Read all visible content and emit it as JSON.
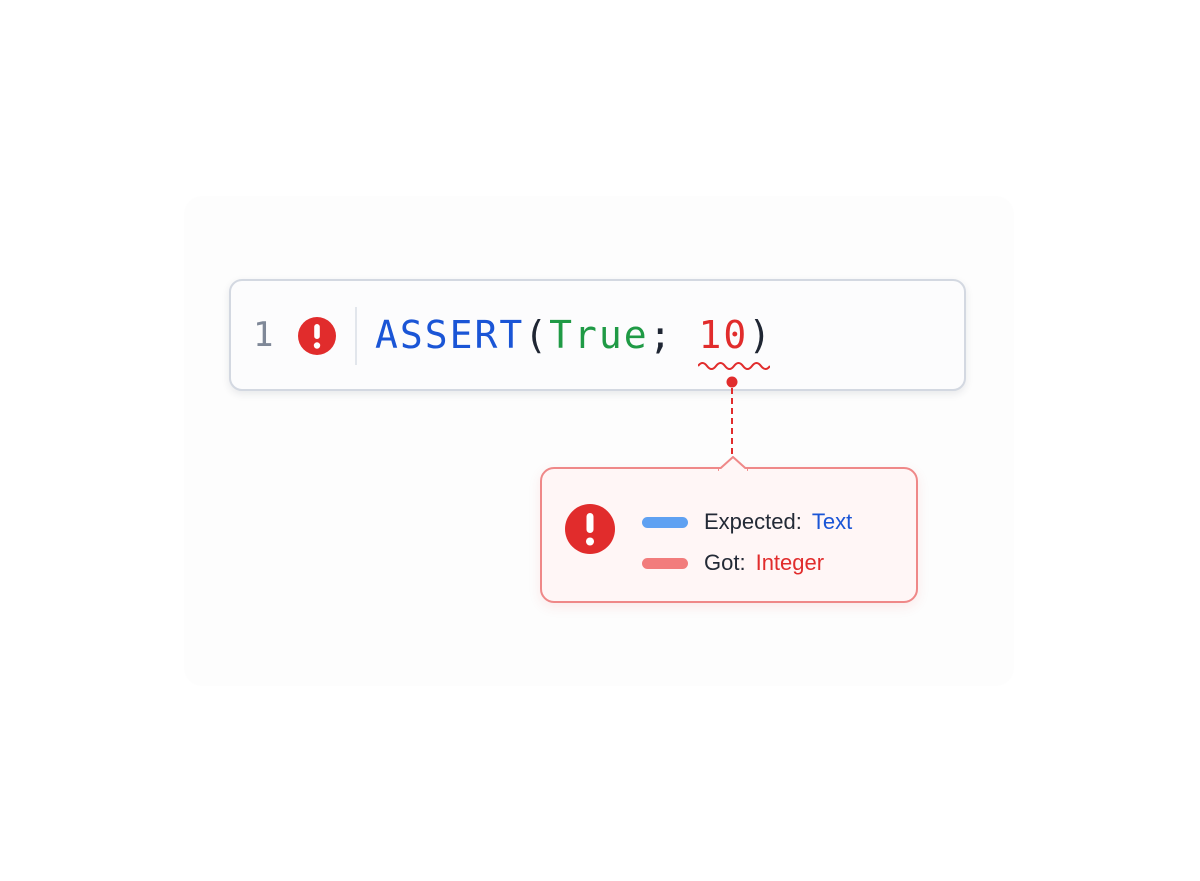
{
  "editor": {
    "line_number": "1",
    "code": {
      "function": "ASSERT",
      "open_paren": "(",
      "arg1": "True",
      "separator": ";",
      "arg2": "10",
      "close_paren": ")"
    }
  },
  "tooltip": {
    "expected_label": "Expected:",
    "expected_value": "Text",
    "got_label": "Got:",
    "got_value": "Integer"
  },
  "icons": {
    "gutter": "error-icon",
    "tooltip": "error-icon"
  },
  "colors": {
    "error": "#e12c2c",
    "function": "#1a55d6",
    "boolean": "#1f9a45",
    "expected_swatch": "#5fa1f2",
    "got_swatch": "#f27c7c"
  }
}
